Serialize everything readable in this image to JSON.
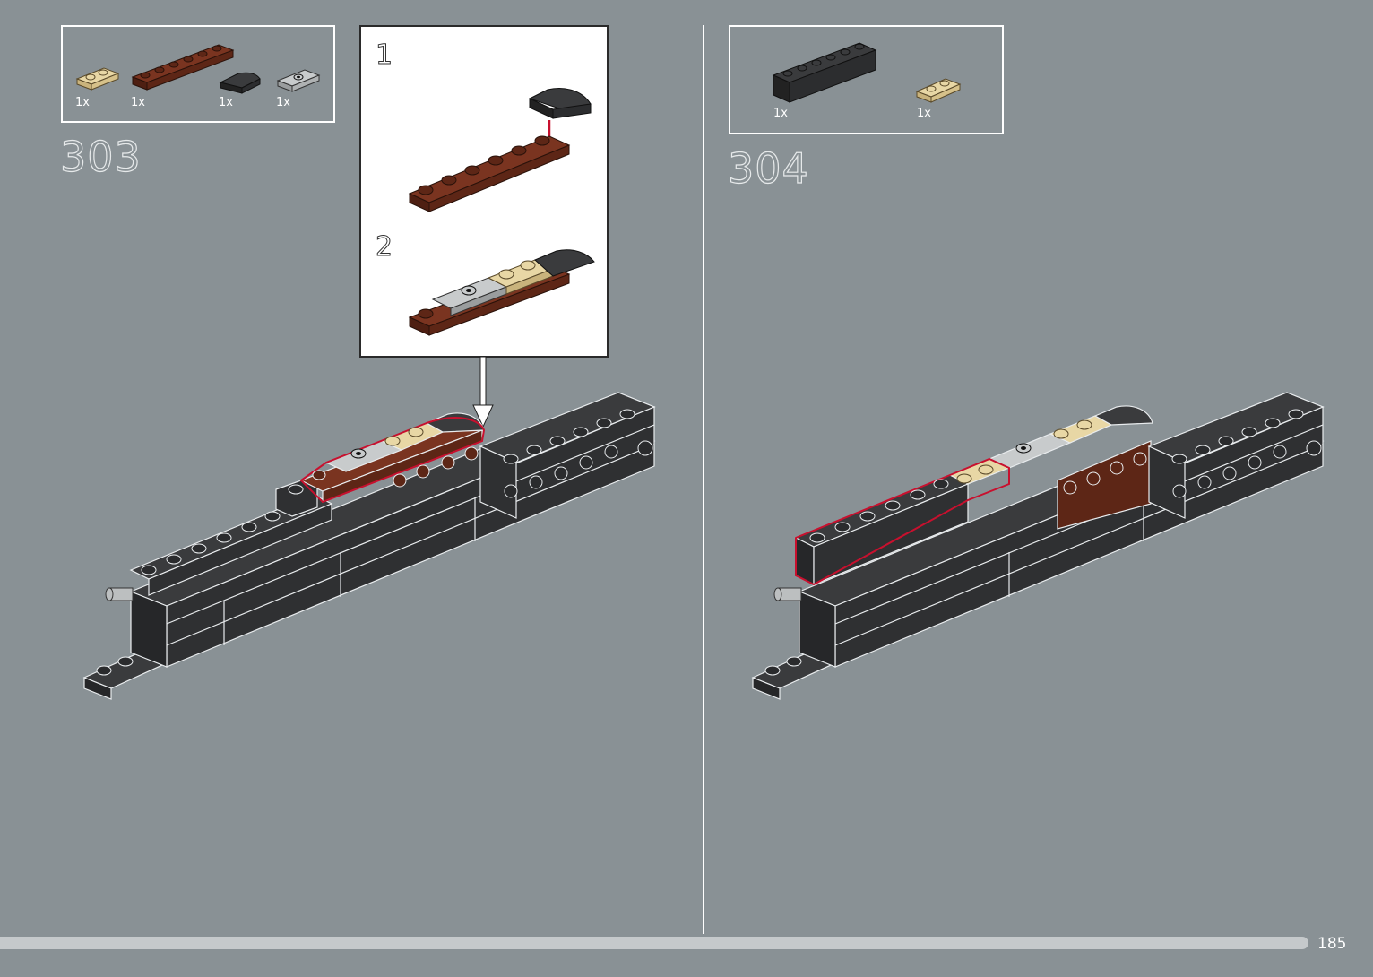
{
  "page": {
    "number": "185"
  },
  "steps": [
    {
      "number": "303",
      "parts": [
        {
          "qty": "1x",
          "part": "tan 1x2 plate"
        },
        {
          "qty": "1x",
          "part": "reddish brown 1x6 plate"
        },
        {
          "qty": "1x",
          "part": "black 1x2 curved slope"
        },
        {
          "qty": "1x",
          "part": "light gray 1x2 jumper plate"
        }
      ],
      "callout": {
        "substeps": [
          {
            "label": "1"
          },
          {
            "label": "2"
          }
        ]
      }
    },
    {
      "number": "304",
      "parts": [
        {
          "qty": "1x",
          "part": "black 1x6 brick"
        },
        {
          "qty": "1x",
          "part": "tan 1x2 plate"
        }
      ]
    }
  ],
  "colors": {
    "background": "#899195",
    "black_brick": "#3a3b3d",
    "reddish_brown": "#6b2a18",
    "tan": "#e2cf9c",
    "light_gray": "#b9bcbd",
    "highlight": "#c8102e",
    "progress": "#c5c9cb"
  },
  "icons": [
    "part-icon",
    "assembly-illustration",
    "arrow-icon"
  ]
}
